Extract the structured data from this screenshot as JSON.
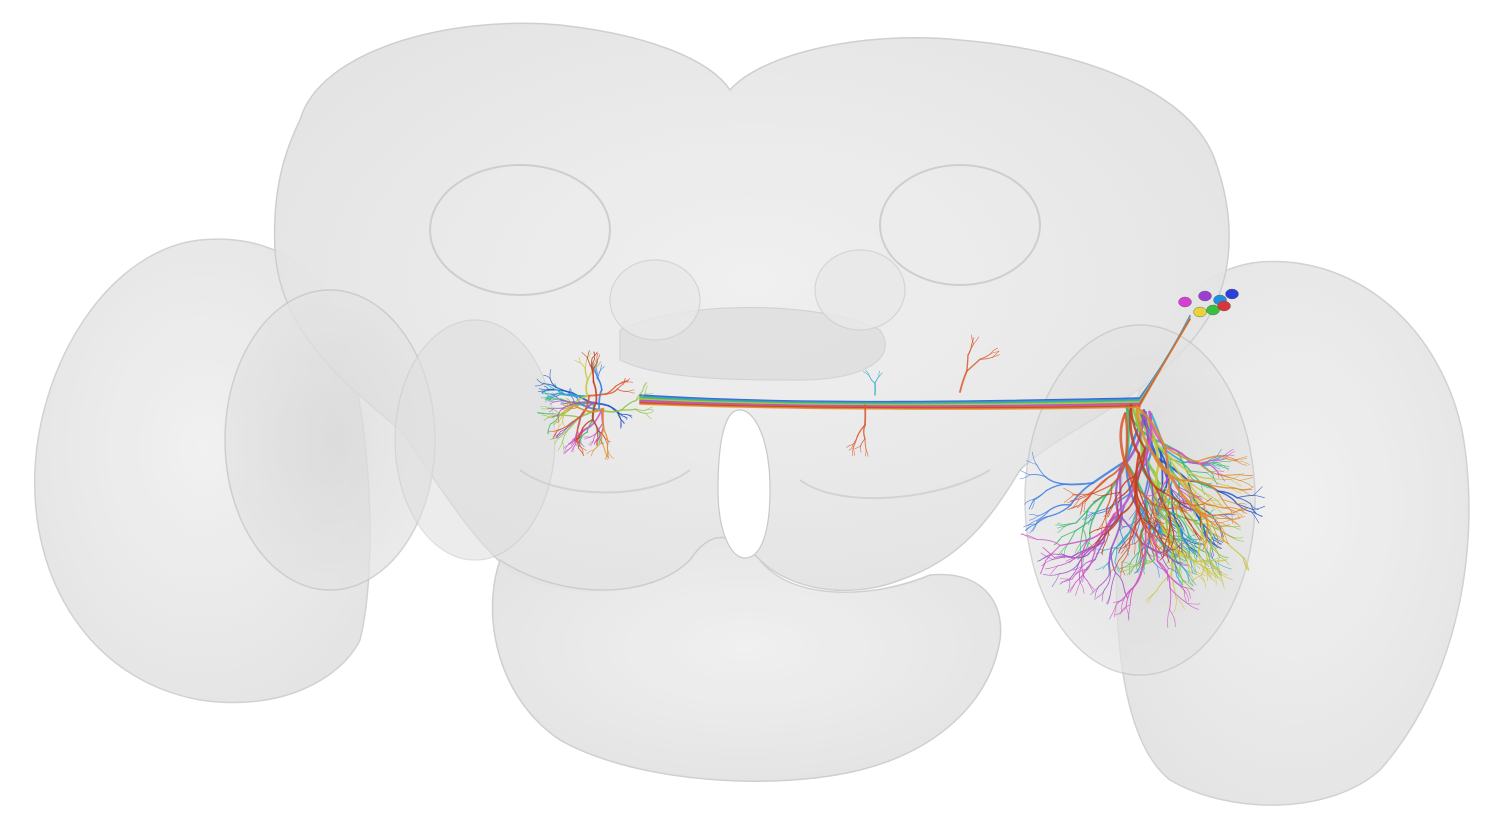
{
  "view": {
    "background": "#ffffff"
  },
  "brain_mesh": {
    "fill": "#e6e6e6",
    "edge": "#cfcfcf",
    "shade": "#d2d2d2",
    "regions": [
      "left-optic-lobe",
      "left-lobula",
      "central-brain",
      "right-lobula",
      "right-optic-lobe",
      "subesophageal-zone"
    ]
  },
  "neuron_colors": [
    "#1f4fbf",
    "#3a7be0",
    "#2ea7c9",
    "#36b86a",
    "#8cc63e",
    "#c9c43a",
    "#9b4fc4",
    "#d14fc7",
    "#d9572c",
    "#c23b1e",
    "#e08a2a"
  ],
  "cell_body_colors": [
    "#d63fd4",
    "#9b3fd4",
    "#1f8fe0",
    "#2b3fd9",
    "#36c23a",
    "#e8d43a",
    "#d9363a"
  ],
  "neurons": {
    "fiber_count": 11
  }
}
